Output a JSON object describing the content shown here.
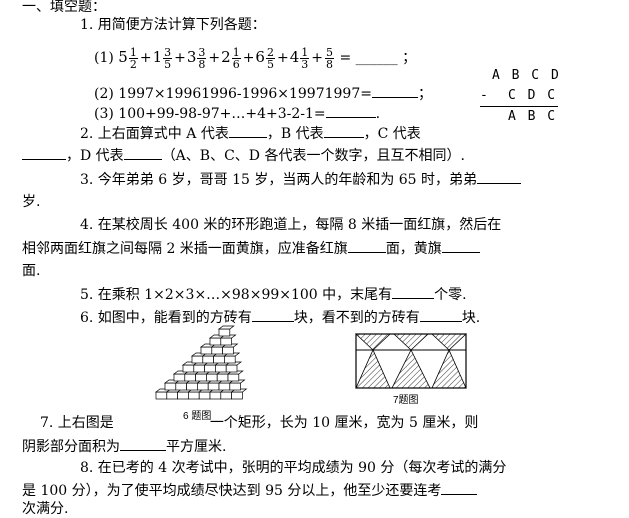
{
  "section_title": "一、填空题：",
  "q1": {
    "intro": "1. 用简便方法计算下列各题：",
    "p1_label": "(1)",
    "p1_terms": [
      {
        "whole": "5",
        "num": "1",
        "den": "2"
      },
      {
        "whole": "1",
        "num": "3",
        "den": "5"
      },
      {
        "whole": "3",
        "num": "3",
        "den": "8"
      },
      {
        "whole": "2",
        "num": "1",
        "den": "6"
      },
      {
        "whole": "6",
        "num": "2",
        "den": "5"
      },
      {
        "whole": "4",
        "num": "1",
        "den": "3"
      },
      {
        "whole": "",
        "num": "5",
        "den": "8"
      }
    ],
    "p1_tail": "= ______ ；",
    "p2": "(2) 1997×19961996-1996×19971997=",
    "p2_end": "；",
    "p3": "(3) 100+99-98-97+…+4+3-2-1=",
    "p3_end": "."
  },
  "subtraction": {
    "row1": "A B C D",
    "row2": "C D C",
    "minus": "-",
    "row3": "A B C"
  },
  "q2": {
    "line1_a": "2. 上右面算式中 A 代表",
    "line1_b": "，B 代表",
    "line1_c": "，C 代表",
    "line2_b": "，D 代表",
    "line2_c": "（A、B、C、D 各代表一个数字，且互不相同）."
  },
  "q3": {
    "line1": "3. 今年弟弟 6 岁，哥哥 15 岁，当两人的年龄和为 65 时，弟弟",
    "line2": "岁."
  },
  "q4": {
    "line1": "4. 在某校周长 400 米的环形跑道上，每隔 8 米插一面红旗，然后在",
    "line2_a": "相邻两面红旗之间每隔 2 米插一面黄旗，应准备红旗",
    "line2_b": "面，黄旗",
    "line3": "面."
  },
  "q5": {
    "text_a": "5. 在乘积 1×2×3×…×98×99×100 中，末尾有",
    "text_b": "个零."
  },
  "q6": {
    "text_a": "6. 如图中，能看到的方砖有",
    "text_b": "块，看不到的方砖有",
    "text_c": "块."
  },
  "fig6_caption": "6 题图",
  "fig7_caption": "7题图",
  "q7": {
    "line1_a": "7. 上右图是",
    "line1_b": "一个矩形，长为 10 厘米，宽为 5 厘米，则",
    "line2_a": "阴影部分面积为",
    "line2_b": "平方厘米."
  },
  "q8": {
    "line1": "8. 在已考的 4 次考试中，张明的平均成绩为 90 分（每次考试的满分",
    "line2": "是 100 分），为了使平均成绩尽快达到 95 分以上，他至少还要连考",
    "line3": "次满分."
  }
}
